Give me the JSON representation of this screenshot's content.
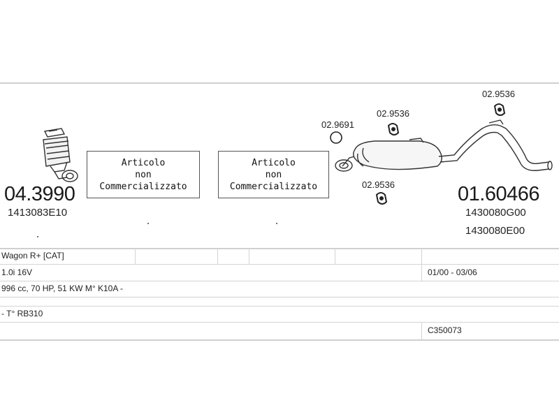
{
  "part_left": {
    "code": "04.3990",
    "oem": "1413083E10"
  },
  "box1": {
    "line1": "Articolo",
    "line2": "non",
    "line3": "Commercializzato"
  },
  "box2": {
    "line1": "Articolo",
    "line2": "non",
    "line3": "Commercializzato"
  },
  "clamp_label": "02.9691",
  "hanger_labels": {
    "top_mid": "02.9536",
    "top_right": "02.9536",
    "bottom": "02.9536"
  },
  "part_right": {
    "code": "01.60466",
    "oem1": "1430080G00",
    "oem2": "1430080E00"
  },
  "rows": {
    "model": "Wagon R+  [CAT]",
    "engine": "1.0i 16V",
    "dates": "01/00 - 03/06",
    "spec": "996 cc, 70 HP, 51 KW M° K10A -",
    "type": "- T° RB310",
    "ref": "C350073"
  }
}
